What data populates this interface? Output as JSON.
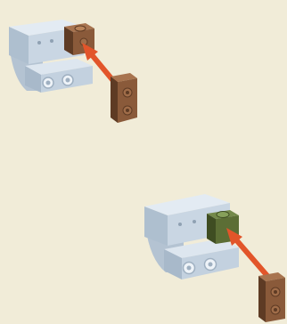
{
  "page": {
    "background": "#f1ecd8"
  },
  "steps": [
    {
      "assembly": "light-bluish-gray-curved-bracket",
      "mounted_part": "brown-1x1-brick-with-stud",
      "incoming_part": "brown-1x2-plate-with-two-studs",
      "arrow_color": "#e2552a"
    },
    {
      "assembly": "light-bluish-gray-curved-bracket",
      "mounted_part": "olive-green-1x1-brick-with-stud",
      "incoming_part": "brown-1x2-plate-with-two-studs",
      "arrow_color": "#e2552a"
    }
  ],
  "colors": {
    "gray_face": "#c9d6e3",
    "gray_top": "#e3ebf3",
    "gray_shadow": "#9fb0c1",
    "brown": "#8a5a3a",
    "brown_light": "#a8744f",
    "brown_dark": "#5e3b24",
    "olive": "#5c6e35",
    "olive_light": "#74894a",
    "olive_dark": "#3f4d22",
    "arrow": "#e2552a"
  }
}
